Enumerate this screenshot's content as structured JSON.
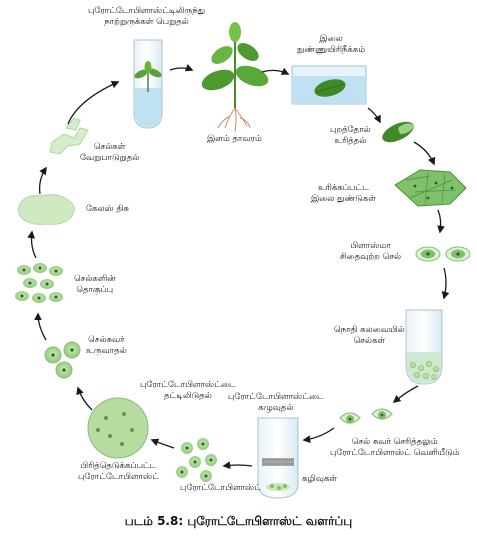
{
  "caption": "படம் 5.8: புரோட்டோபிளாஸ்ட் வளர்ப்பு",
  "colors": {
    "leaf_green": "#4f9a2f",
    "cell_green": "#9fd08a",
    "arrow": "#1a1a1a",
    "liquid": "#bfe1f2",
    "nucleus": "#2f5a2c"
  },
  "labels": {
    "regeneration": [
      "புரோட்டோபிளாஸ்ட்டிலிருந்து",
      "நாற்றுருக்கள் பெறுதல்"
    ],
    "young_plant": "இளம் தாவரம்",
    "leaf_sterilize": [
      "இலை",
      "நுண்ணுயிரிநீக்கம்"
    ],
    "peel_epidermis": [
      "புறத்தோல்",
      "உரித்தல்"
    ],
    "peeled_leaf": [
      "உரிக்கப்பட்ட",
      "இலை துண்டுகள்"
    ],
    "plasmolysed": [
      "பிளாஸ்மா",
      "சிதைவுற்ற செல்"
    ],
    "enzyme_cells": [
      "நொதி கலவையில்",
      "செல்கள்"
    ],
    "wall_digest": [
      "செல் சுவர் செரித்தலும்",
      "புரோட்டோபிளாஸ்ட் வெளியீடும்"
    ],
    "wash": [
      "புரோட்டோபிளாஸ்ட்டை",
      "கழுவுதல்"
    ],
    "sieve": "கழிவுகள்",
    "protoplast": "புரோட்டோபிளாஸ்ட்",
    "isolated": [
      "பிரித்தெடுக்கப்பட்ட",
      "புரோட்டோபிளாஸ்ட்"
    ],
    "plating": [
      "புரோட்டோபிளாஸ்ட்டை",
      "தட்டிலிடுதல்"
    ],
    "wall_formation": [
      "செல்சுவர்",
      "உருவாதல்"
    ],
    "cell_division": [
      "செல்களின்",
      "தொகுப்பு"
    ],
    "callus": "கேலஸ் திசு",
    "differentiation": [
      "செல்கள்",
      "வேறுபாடுறுதல்"
    ]
  }
}
